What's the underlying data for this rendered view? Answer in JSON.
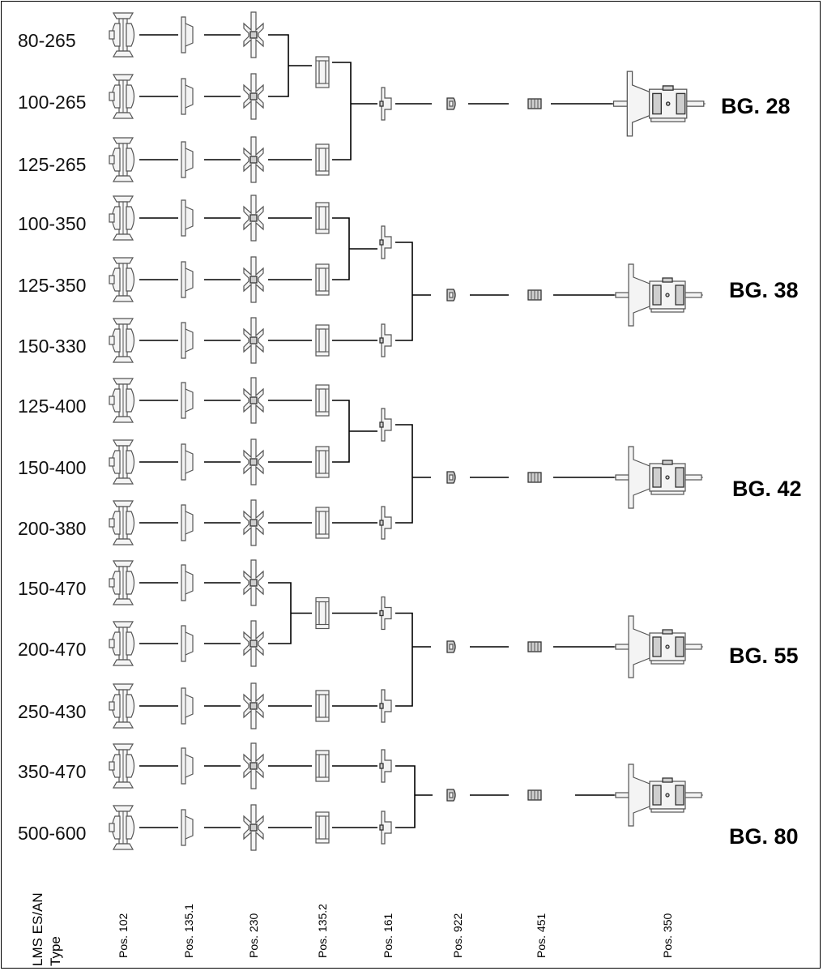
{
  "groups": [
    {
      "label": "BG. 28",
      "structure": "A",
      "types": [
        "80-265",
        "100-265",
        "125-265"
      ]
    },
    {
      "label": "BG. 38",
      "structure": "B",
      "types": [
        "100-350",
        "125-350",
        "150-330"
      ]
    },
    {
      "label": "BG. 42",
      "structure": "B",
      "types": [
        "125-400",
        "150-400",
        "200-380"
      ]
    },
    {
      "label": "BG. 55",
      "structure": "C",
      "types": [
        "150-470",
        "200-470",
        "250-430"
      ]
    },
    {
      "label": "BG. 80",
      "structure": "D",
      "types": [
        "350-470",
        "500-600"
      ]
    }
  ],
  "columns": {
    "header": [
      "LMS ES/AN",
      "Type"
    ],
    "labels": [
      "Pos. 102",
      "Pos. 135.1",
      "Pos. 230",
      "Pos. 135.2",
      "Pos. 161",
      "Pos. 922",
      "Pos. 451",
      "Pos. 350"
    ]
  },
  "icons": {
    "pos102": "pump-casing-icon",
    "pos1351": "casing-cover-icon",
    "pos230": "impeller-icon",
    "pos1352": "seal-housing-icon",
    "pos161": "bearing-cover-icon",
    "pos922": "impeller-nut-icon",
    "pos451": "gland-packing-icon",
    "pos350": "bearing-bracket-icon"
  }
}
